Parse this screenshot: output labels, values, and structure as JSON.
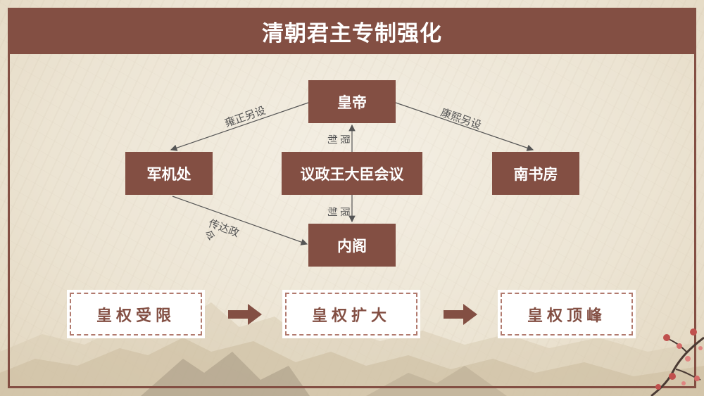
{
  "title": "清朝君主专制强化",
  "nodes": {
    "emperor": "皇帝",
    "junjichu": "军机处",
    "council": "议政王大臣会议",
    "nanshufang": "南书房",
    "neige": "内阁"
  },
  "edge_labels": {
    "yongzheng": "雍正另设",
    "kangxi": "康熙另设",
    "limit_top": "限制",
    "limit_bottom": "限制",
    "convey": "传达政令"
  },
  "stages": [
    "皇权受限",
    "皇权扩大",
    "皇权顶峰"
  ],
  "colors": {
    "primary": "#834f43",
    "dashed_border": "#b17a6e",
    "background": "#efe8d9"
  }
}
